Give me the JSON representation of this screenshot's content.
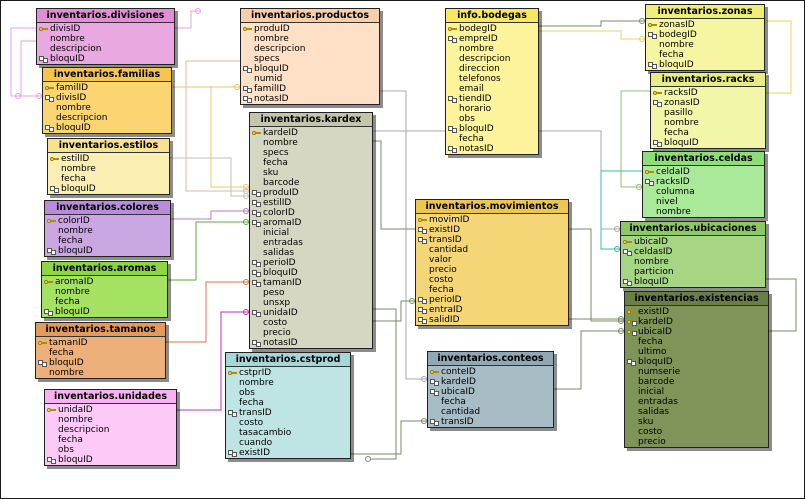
{
  "tables": {
    "divisiones": {
      "title": "inventarios.divisiones",
      "color": "#e9a9e0",
      "header": "#e08fd4",
      "fields": [
        {
          "name": "divisID",
          "icon": "key"
        },
        {
          "name": "nombre",
          "icon": ""
        },
        {
          "name": "descripcion",
          "icon": ""
        },
        {
          "name": "bloquID",
          "icon": "fk"
        }
      ]
    },
    "productos": {
      "title": "inventarios.productos",
      "color": "#fde0c6",
      "header": "#f8cfaa",
      "fields": [
        {
          "name": "produID",
          "icon": "key"
        },
        {
          "name": "nombre",
          "icon": ""
        },
        {
          "name": "descripcion",
          "icon": ""
        },
        {
          "name": "specs",
          "icon": ""
        },
        {
          "name": "bloquID",
          "icon": "fk"
        },
        {
          "name": "numid",
          "icon": ""
        },
        {
          "name": "familID",
          "icon": "fk"
        },
        {
          "name": "notasID",
          "icon": "fk"
        }
      ]
    },
    "bodegas": {
      "title": "info.bodegas",
      "color": "#fdf39a",
      "header": "#f7e860",
      "fields": [
        {
          "name": "bodegID",
          "icon": "key"
        },
        {
          "name": "empreID",
          "icon": "fk"
        },
        {
          "name": "nombre",
          "icon": ""
        },
        {
          "name": "descripcion",
          "icon": ""
        },
        {
          "name": "direccion",
          "icon": ""
        },
        {
          "name": "telefonos",
          "icon": ""
        },
        {
          "name": "email",
          "icon": ""
        },
        {
          "name": "tiendID",
          "icon": "fk"
        },
        {
          "name": "horario",
          "icon": ""
        },
        {
          "name": "obs",
          "icon": ""
        },
        {
          "name": "bloquID",
          "icon": "fk"
        },
        {
          "name": "fecha",
          "icon": ""
        },
        {
          "name": "notasID",
          "icon": "fk"
        }
      ]
    },
    "zonas": {
      "title": "inventarios.zonas",
      "color": "#f6f6a2",
      "header": "#eeee78",
      "fields": [
        {
          "name": "zonasID",
          "icon": "key"
        },
        {
          "name": "bodegID",
          "icon": "fk"
        },
        {
          "name": "nombre",
          "icon": ""
        },
        {
          "name": "fecha",
          "icon": ""
        },
        {
          "name": "bloquID",
          "icon": "fk"
        }
      ]
    },
    "familias": {
      "title": "inventarios.familias",
      "color": "#fbd572",
      "header": "#f6c54c",
      "fields": [
        {
          "name": "familID",
          "icon": "key"
        },
        {
          "name": "divisID",
          "icon": "fk"
        },
        {
          "name": "nombre",
          "icon": ""
        },
        {
          "name": "descripcion",
          "icon": ""
        },
        {
          "name": "bloquID",
          "icon": "fk"
        }
      ]
    },
    "racks": {
      "title": "inventarios.racks",
      "color": "#f2f6a9",
      "header": "#e6ee82",
      "fields": [
        {
          "name": "racksID",
          "icon": "key"
        },
        {
          "name": "zonasID",
          "icon": "fk"
        },
        {
          "name": "pasillo",
          "icon": ""
        },
        {
          "name": "nombre",
          "icon": ""
        },
        {
          "name": "fecha",
          "icon": ""
        },
        {
          "name": "bloquID",
          "icon": "fk"
        }
      ]
    },
    "kardex": {
      "title": "inventarios.kardex",
      "color": "#d6d7c2",
      "header": "#c4c5ac",
      "fields": [
        {
          "name": "kardeID",
          "icon": "key"
        },
        {
          "name": "nombre",
          "icon": ""
        },
        {
          "name": "specs",
          "icon": ""
        },
        {
          "name": "fecha",
          "icon": ""
        },
        {
          "name": "sku",
          "icon": ""
        },
        {
          "name": "barcode",
          "icon": ""
        },
        {
          "name": "produID",
          "icon": "fk"
        },
        {
          "name": "estilID",
          "icon": "fk"
        },
        {
          "name": "colorID",
          "icon": "fk"
        },
        {
          "name": "aromaID",
          "icon": "fk"
        },
        {
          "name": "inicial",
          "icon": ""
        },
        {
          "name": "entradas",
          "icon": ""
        },
        {
          "name": "salidas",
          "icon": ""
        },
        {
          "name": "perioID",
          "icon": "fk"
        },
        {
          "name": "bloquID",
          "icon": "fk"
        },
        {
          "name": "tamanID",
          "icon": "fk"
        },
        {
          "name": "peso",
          "icon": ""
        },
        {
          "name": "unsxp",
          "icon": ""
        },
        {
          "name": "unidaID",
          "icon": "fk"
        },
        {
          "name": "costo",
          "icon": ""
        },
        {
          "name": "precio",
          "icon": ""
        },
        {
          "name": "notasID",
          "icon": "fk"
        }
      ]
    },
    "estilos": {
      "title": "inventarios.estilos",
      "color": "#fbeeb2",
      "header": "#f6e290",
      "fields": [
        {
          "name": "estilID",
          "icon": "key"
        },
        {
          "name": "nombre",
          "icon": ""
        },
        {
          "name": "fecha",
          "icon": ""
        },
        {
          "name": "bloquID",
          "icon": "fk"
        }
      ]
    },
    "celdas": {
      "title": "inventarios.celdas",
      "color": "#aae89a",
      "header": "#8ede78",
      "fields": [
        {
          "name": "celdaID",
          "icon": "key"
        },
        {
          "name": "racksID",
          "icon": "fk"
        },
        {
          "name": "columna",
          "icon": ""
        },
        {
          "name": "nivel",
          "icon": ""
        },
        {
          "name": "nombre",
          "icon": ""
        }
      ]
    },
    "colores": {
      "title": "inventarios.colores",
      "color": "#caa6e2",
      "header": "#b88cd8",
      "fields": [
        {
          "name": "colorID",
          "icon": "key"
        },
        {
          "name": "nombre",
          "icon": ""
        },
        {
          "name": "fecha",
          "icon": ""
        },
        {
          "name": "bloquID",
          "icon": "fk"
        }
      ]
    },
    "movimientos": {
      "title": "inventarios.movimientos",
      "color": "#f5d676",
      "header": "#efc64c",
      "fields": [
        {
          "name": "movimID",
          "icon": "key"
        },
        {
          "name": "existID",
          "icon": "fk"
        },
        {
          "name": "transID",
          "icon": "fk"
        },
        {
          "name": "cantidad",
          "icon": ""
        },
        {
          "name": "valor",
          "icon": ""
        },
        {
          "name": "precio",
          "icon": ""
        },
        {
          "name": "costo",
          "icon": ""
        },
        {
          "name": "fecha",
          "icon": ""
        },
        {
          "name": "perioID",
          "icon": "fk"
        },
        {
          "name": "entraID",
          "icon": "fk"
        },
        {
          "name": "salidID",
          "icon": "fk"
        }
      ]
    },
    "ubicaciones": {
      "title": "inventarios.ubicaciones",
      "color": "#a6d684",
      "header": "#8cc864",
      "fields": [
        {
          "name": "ubicaID",
          "icon": "key"
        },
        {
          "name": "celdasID",
          "icon": "fk"
        },
        {
          "name": "nombre",
          "icon": ""
        },
        {
          "name": "particion",
          "icon": ""
        },
        {
          "name": "bloquID",
          "icon": "fk"
        }
      ]
    },
    "aromas": {
      "title": "inventarios.aromas",
      "color": "#a6e262",
      "header": "#8cd640",
      "fields": [
        {
          "name": "aromaID",
          "icon": "key"
        },
        {
          "name": "nombre",
          "icon": ""
        },
        {
          "name": "fecha",
          "icon": ""
        },
        {
          "name": "bloquID",
          "icon": "fk"
        }
      ]
    },
    "existencias": {
      "title": "inventarios.existencias",
      "color": "#7e9458",
      "header": "#6a7f46",
      "fields": [
        {
          "name": "existID",
          "icon": "key"
        },
        {
          "name": "kardeID",
          "icon": "pfk"
        },
        {
          "name": "ubicaID",
          "icon": "pfk"
        },
        {
          "name": "fecha",
          "icon": ""
        },
        {
          "name": "ultimo",
          "icon": ""
        },
        {
          "name": "bloquID",
          "icon": "fk"
        },
        {
          "name": "numserie",
          "icon": ""
        },
        {
          "name": "barcode",
          "icon": ""
        },
        {
          "name": "inicial",
          "icon": ""
        },
        {
          "name": "entradas",
          "icon": ""
        },
        {
          "name": "salidas",
          "icon": ""
        },
        {
          "name": "sku",
          "icon": ""
        },
        {
          "name": "costo",
          "icon": ""
        },
        {
          "name": "precio",
          "icon": ""
        }
      ]
    },
    "tamanos": {
      "title": "inventarios.tamanos",
      "color": "#eeb07a",
      "header": "#e49a5a",
      "fields": [
        {
          "name": "tamanID",
          "icon": "key"
        },
        {
          "name": "fecha",
          "icon": ""
        },
        {
          "name": "bloquID",
          "icon": "fk"
        },
        {
          "name": "nombre",
          "icon": ""
        }
      ]
    },
    "cstprod": {
      "title": "inventarios.cstprod",
      "color": "#bfe4e4",
      "header": "#a6d6d8",
      "fields": [
        {
          "name": "cstprID",
          "icon": "key"
        },
        {
          "name": "nombre",
          "icon": ""
        },
        {
          "name": "obs",
          "icon": ""
        },
        {
          "name": "fecha",
          "icon": ""
        },
        {
          "name": "transID",
          "icon": "fk"
        },
        {
          "name": "costo",
          "icon": ""
        },
        {
          "name": "tasacambio",
          "icon": ""
        },
        {
          "name": "cuando",
          "icon": ""
        },
        {
          "name": "existID",
          "icon": "fk"
        }
      ]
    },
    "conteos": {
      "title": "inventarios.conteos",
      "color": "#a8bcc6",
      "header": "#90a8b4",
      "fields": [
        {
          "name": "conteID",
          "icon": "key"
        },
        {
          "name": "kardeID",
          "icon": "fk"
        },
        {
          "name": "ubicaID",
          "icon": "fk"
        },
        {
          "name": "fecha",
          "icon": ""
        },
        {
          "name": "cantidad",
          "icon": ""
        },
        {
          "name": "transID",
          "icon": "fk"
        }
      ]
    },
    "unidades": {
      "title": "inventarios.unidades",
      "color": "#fdcaf8",
      "header": "#f8b2f2",
      "fields": [
        {
          "name": "unidaID",
          "icon": "key"
        },
        {
          "name": "nombre",
          "icon": ""
        },
        {
          "name": "descripcion",
          "icon": ""
        },
        {
          "name": "fecha",
          "icon": ""
        },
        {
          "name": "obs",
          "icon": ""
        },
        {
          "name": "bloquID",
          "icon": "fk"
        }
      ]
    }
  },
  "relationship_colors": {
    "divisiones": "#e9a0de",
    "familias": "#e6c46a",
    "estilos": "#bfbfbf",
    "colores": "#b07cd0",
    "aromas": "#5aa83a",
    "tamanos": "#d47a3a",
    "unidades": "#c02cb0",
    "zonas": "#e0d85a",
    "racks": "#90c070",
    "celdas": "#30c0a0",
    "default": "#7a8a6a"
  }
}
